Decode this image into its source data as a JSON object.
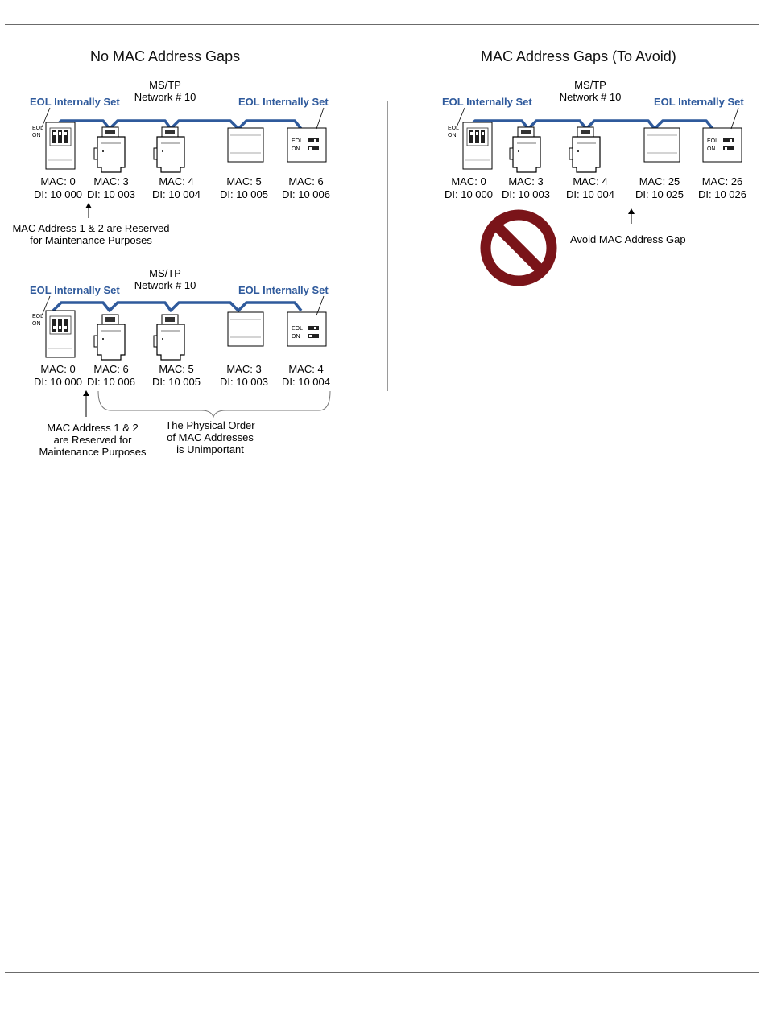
{
  "left": {
    "title": "No MAC Address Gaps",
    "top": {
      "network": [
        "MS/TP",
        "Network # 10"
      ],
      "eol_left": "EOL Internally Set",
      "eol_right": "EOL Internally Set",
      "eol_on": [
        "EOL",
        "ON"
      ],
      "end_sw": [
        "EOL",
        "ON"
      ],
      "devices": [
        {
          "mac": "MAC: 0",
          "di": "DI: 10 000"
        },
        {
          "mac": "MAC: 3",
          "di": "DI: 10 003"
        },
        {
          "mac": "MAC: 4",
          "di": "DI: 10 004"
        },
        {
          "mac": "MAC: 5",
          "di": "DI: 10 005"
        },
        {
          "mac": "MAC: 6",
          "di": "DI: 10 006"
        }
      ],
      "note": [
        "MAC Address 1 & 2 are Reserved",
        "for Maintenance Purposes"
      ]
    },
    "bottom": {
      "network": [
        "MS/TP",
        "Network # 10"
      ],
      "eol_left": "EOL Internally Set",
      "eol_right": "EOL Internally Set",
      "eol_on": [
        "EOL",
        "ON"
      ],
      "end_sw": [
        "EOL",
        "ON"
      ],
      "devices": [
        {
          "mac": "MAC: 0",
          "di": "DI: 10 000"
        },
        {
          "mac": "MAC: 6",
          "di": "DI: 10 006"
        },
        {
          "mac": "MAC: 5",
          "di": "DI: 10 005"
        },
        {
          "mac": "MAC: 3",
          "di": "DI: 10 003"
        },
        {
          "mac": "MAC: 4",
          "di": "DI: 10 004"
        }
      ],
      "note": [
        "MAC Address 1 & 2",
        "are Reserved for",
        "Maintenance Purposes"
      ],
      "order_note": [
        "The Physical Order",
        "of MAC Addresses",
        "is Unimportant"
      ]
    }
  },
  "right": {
    "title": "MAC Address Gaps (To Avoid)",
    "network": [
      "MS/TP",
      "Network # 10"
    ],
    "eol_left": "EOL Internally Set",
    "eol_right": "EOL Internally Set",
    "eol_on": [
      "EOL",
      "ON"
    ],
    "end_sw": [
      "EOL",
      "ON"
    ],
    "devices": [
      {
        "mac": "MAC: 0",
        "di": "DI: 10 000"
      },
      {
        "mac": "MAC: 3",
        "di": "DI: 10 003"
      },
      {
        "mac": "MAC: 4",
        "di": "DI: 10 004"
      },
      {
        "mac": "MAC: 25",
        "di": "DI: 10 025"
      },
      {
        "mac": "MAC: 26",
        "di": "DI: 10 026"
      }
    ],
    "avoid_note": "Avoid MAC Address Gap",
    "prohibit_icon": "no-symbol-icon"
  },
  "colors": {
    "bus": "#2f5a9c",
    "eol_text": "#2f5a9c",
    "prohibit": "#7a1419",
    "rule": "#6b6b6b"
  }
}
